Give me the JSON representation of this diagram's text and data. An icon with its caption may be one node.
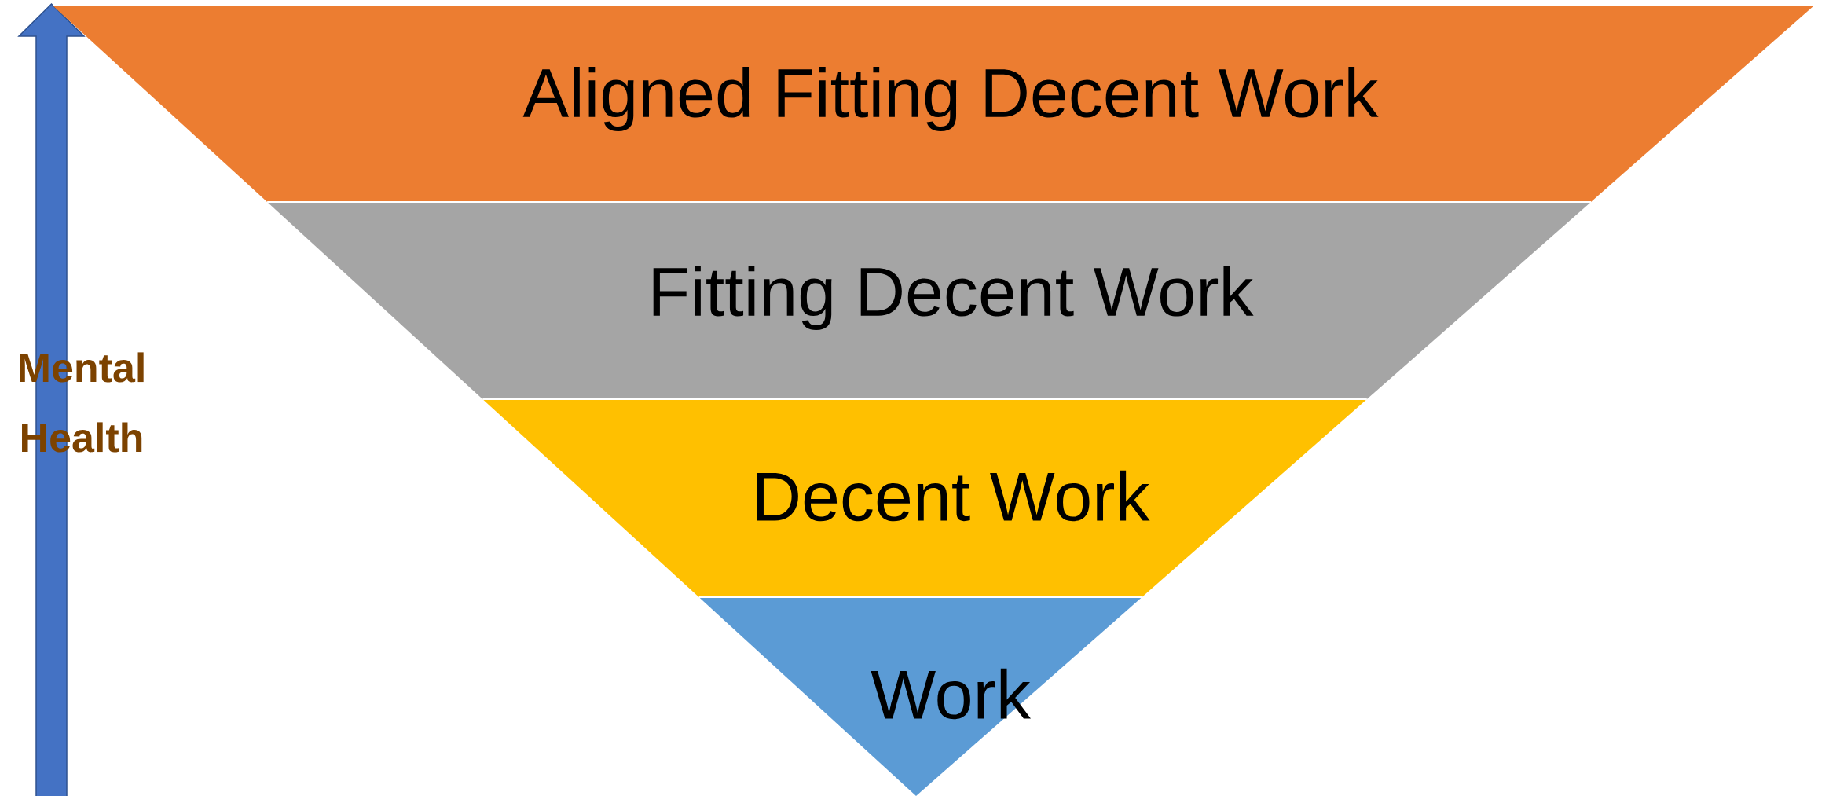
{
  "diagram": {
    "nodes": [
      {
        "text": [
          "Aligned Fitting Decent Work"
        ]
      },
      {
        "text": [
          "Fitting Decent Work"
        ]
      },
      {
        "text": [
          "Decent Work"
        ]
      },
      {
        "text": [
          "Work"
        ]
      }
    ],
    "labels": [
      "Mental Health"
    ]
  }
}
